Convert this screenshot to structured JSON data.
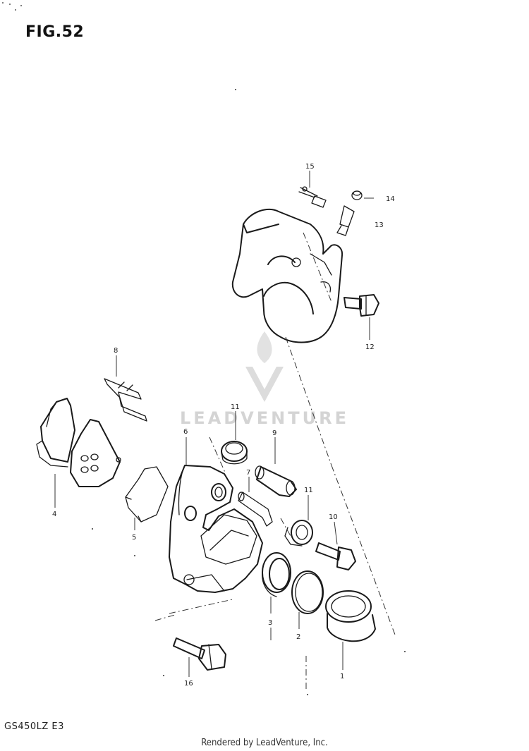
{
  "figure": {
    "title": "FIG.52",
    "model_code": "GS450LZ  E3",
    "footer": "Rendered by LeadVenture, Inc.",
    "watermark": "LEADVENTURE"
  },
  "callouts": {
    "c15": "15",
    "c14": "14",
    "c13": "13",
    "c12": "12",
    "c8": "8",
    "c11a": "11",
    "c6": "6",
    "c9": "9",
    "c7": "7",
    "c11b": "11",
    "c10": "10",
    "c5": "5",
    "c4": "4",
    "c3": "3",
    "c2": "2",
    "c1": "1",
    "c16": "16"
  }
}
